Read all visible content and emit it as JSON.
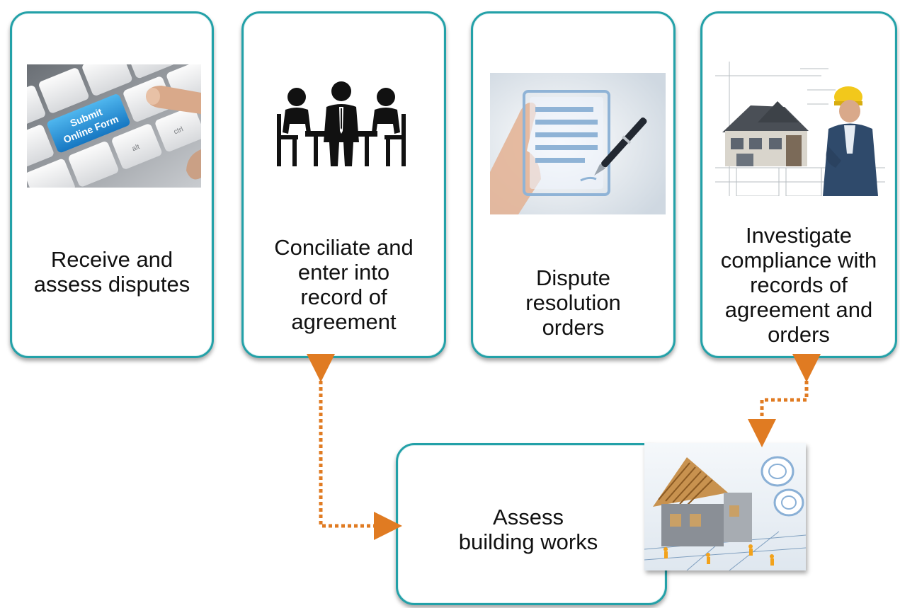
{
  "steps": [
    {
      "id": "receive",
      "label": "Receive and\nassess disputes",
      "image_overlay": "Submit\nOnline Form",
      "key_text": "ctrl",
      "key_text_2": "alt"
    },
    {
      "id": "conciliate",
      "label": "Conciliate and\nenter into\nrecord of\nagreement"
    },
    {
      "id": "orders",
      "label": "Dispute\nresolution\norders"
    },
    {
      "id": "investigate",
      "label": "Investigate\ncompliance with\nrecords of\nagreement and\norders"
    },
    {
      "id": "assess",
      "label": "Assess\nbuilding works"
    }
  ],
  "colors": {
    "card_border": "#23a1a8",
    "connector": "#e07b22",
    "key_blue": "#1e8fd6"
  },
  "icons": {
    "receive": "keyboard-submit-key-photo",
    "conciliate": "meeting-people-icon",
    "orders": "document-pen-photo",
    "investigate": "house-engineer-photo",
    "assess": "house-construction-photo"
  }
}
